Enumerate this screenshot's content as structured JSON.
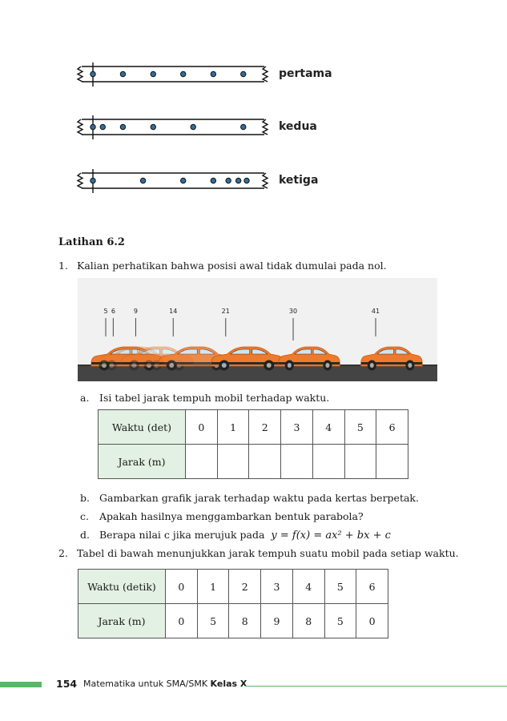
{
  "tapes": [
    {
      "label": "pertama",
      "dot_positions": [
        0,
        0.195,
        0.392,
        0.587,
        0.783,
        0.978
      ]
    },
    {
      "label": "kedua",
      "dot_positions": [
        0,
        0.064,
        0.195,
        0.392,
        0.652,
        0.978
      ]
    },
    {
      "label": "ketiga",
      "dot_positions": [
        0,
        0.326,
        0.587,
        0.783,
        0.881,
        0.946,
        1.0
      ]
    }
  ],
  "section_title": "Latihan 6.2",
  "question1": {
    "number": "1.",
    "text": "Kalian perhatikan bahwa posisi awal tidak dumulai pada nol.",
    "car_positions": [
      "5",
      "6",
      "9",
      "14",
      "21",
      "30",
      "41"
    ],
    "sub_a": {
      "letter": "a.",
      "text": "Isi tabel jarak tempuh mobil terhadap waktu."
    },
    "table": {
      "row1_label": "Waktu (det)",
      "row1_values": [
        "0",
        "1",
        "2",
        "3",
        "4",
        "5",
        "6"
      ],
      "row2_label": "Jarak (m)",
      "row2_values": [
        "",
        "",
        "",
        "",
        "",
        "",
        ""
      ]
    },
    "sub_b": {
      "letter": "b.",
      "text": "Gambarkan grafik jarak terhadap waktu pada kertas berpetak."
    },
    "sub_c": {
      "letter": "c.",
      "text": "Apakah hasilnya menggambarkan bentuk parabola?"
    },
    "sub_d": {
      "letter": "d.",
      "text": "Berapa nilai c jika merujuk pada",
      "formula": "y = f(x) = ax² + bx + c"
    }
  },
  "question2": {
    "number": "2.",
    "text": "Tabel di bawah menunjukkan jarak tempuh suatu mobil pada setiap waktu.",
    "table": {
      "row1_label": "Waktu (detik)",
      "row1_values": [
        "0",
        "1",
        "2",
        "3",
        "4",
        "5",
        "6"
      ],
      "row2_label": "Jarak (m)",
      "row2_values": [
        "0",
        "5",
        "8",
        "9",
        "8",
        "5",
        "0"
      ]
    }
  },
  "footer": {
    "page_number": "154",
    "book_title": "Matematika untuk SMA/SMK",
    "book_class": "Kelas X"
  },
  "colors": {
    "accent_green": "#5bb66a",
    "table_head_bg": "#e2f1e3",
    "car_orange": "#f07a2a",
    "dot_blue": "#2f6f9f"
  }
}
